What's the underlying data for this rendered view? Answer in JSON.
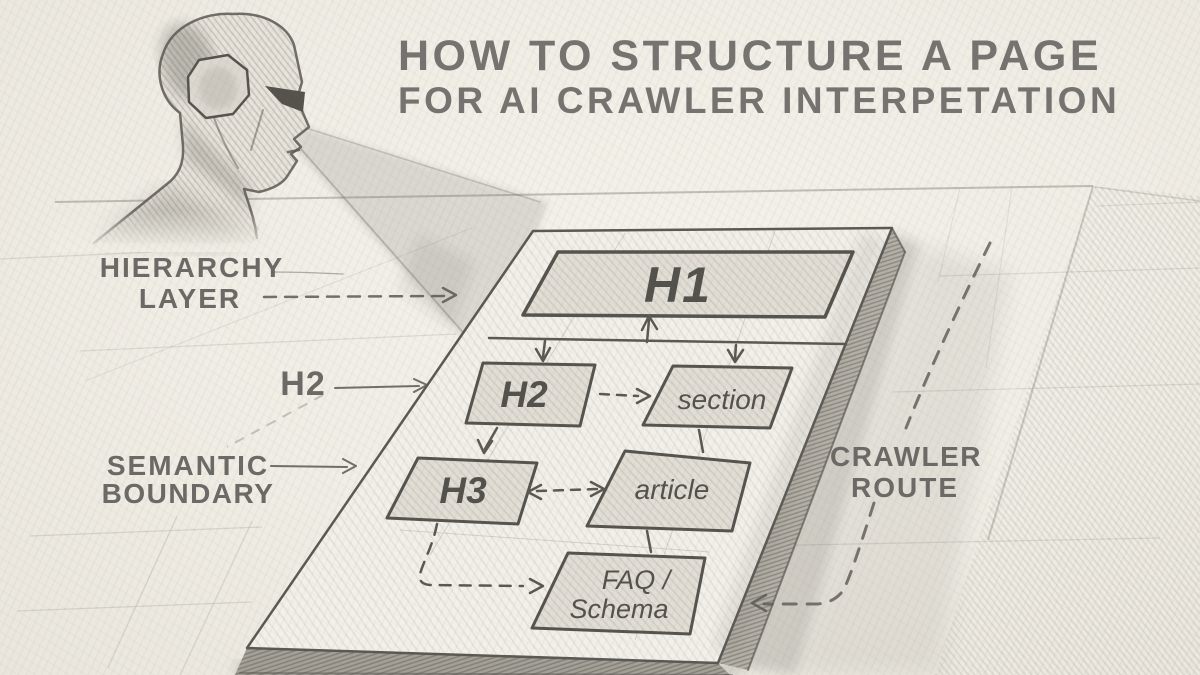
{
  "title": {
    "line1": "HOW TO STRUCTURE A PAGE",
    "line2": "FOR AI CRAWLER INTERPETATION"
  },
  "callouts": {
    "hierarchy_layer": {
      "line1": "HIERARCHY",
      "line2": "LAYER"
    },
    "h2": {
      "label": "H2"
    },
    "semantic_boundary": {
      "line1": "SEMANTIC",
      "line2": "BOUNDARY"
    },
    "crawler_route": {
      "line1": "CRAWLER",
      "line2": "ROUTE"
    }
  },
  "diagram": {
    "nodes": {
      "h1": "H1",
      "h2": "H2",
      "section": "section",
      "h3": "H3",
      "article": "article",
      "faq_line1": "FAQ /",
      "faq_line2": "Schema"
    }
  },
  "figure": {
    "head": "robot-head-profile",
    "beam": "vision-cone"
  },
  "colors": {
    "paper": "#f0ede5",
    "pencil_dark": "#5a5852",
    "pencil_mid": "#716f6c",
    "pencil_light": "#8a877f",
    "box_fill": "#e2ded5"
  }
}
